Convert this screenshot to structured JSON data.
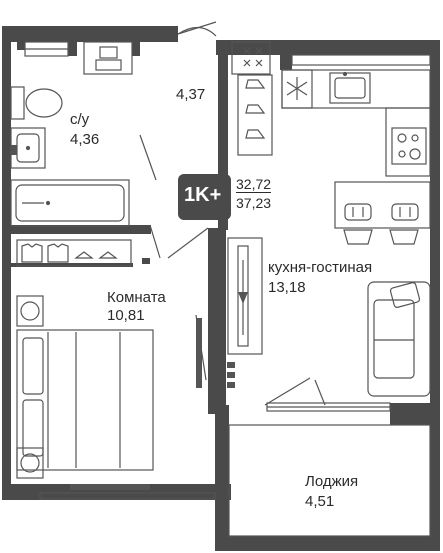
{
  "apartment": {
    "type": "1K+",
    "area_total": "32,72",
    "area_full": "37,23"
  },
  "rooms": {
    "bathroom": {
      "name": "с/у",
      "area": "4,36"
    },
    "hall": {
      "area": "4,37"
    },
    "room": {
      "name": "Комната",
      "area": "10,81"
    },
    "kitchen": {
      "name": "кухня-гостиная",
      "area": "13,18"
    },
    "loggia": {
      "name": "Лоджия",
      "area": "4,51"
    }
  },
  "colors": {
    "wall": "#4a4a4a",
    "furniture_stroke": "#555555",
    "badge_bg": "#4a4a4a"
  },
  "icons": [
    "washing-machine-icon",
    "snowflake-icon",
    "stove-icon",
    "sink-icon",
    "toilet-icon",
    "bathtub-icon",
    "shirt-icon",
    "hanger-icon",
    "shoe-icon",
    "bed-icon",
    "sofa-icon",
    "tv-icon",
    "chair-icon",
    "plant-icon"
  ]
}
